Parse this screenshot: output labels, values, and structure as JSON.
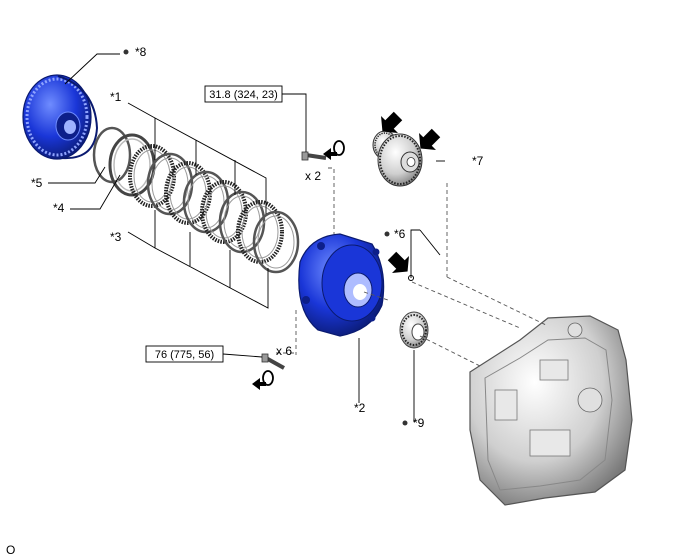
{
  "callouts": {
    "c1": "*1",
    "c2": "*2",
    "c3": "*3",
    "c4": "*4",
    "c5": "*5",
    "c6": "*6",
    "c7": "*7",
    "c8": "*8",
    "c9": "*9"
  },
  "torque": {
    "upper": "31.8 (324, 23)",
    "lower": "76 (775, 56)"
  },
  "quantity": {
    "upper": "x 2",
    "lower": "x 6"
  },
  "corner_code": "O",
  "colors": {
    "part_blue": "#1a36d8",
    "part_blue_dark": "#0d1f8a",
    "case_gray": "#d8d8d8",
    "line": "#000000"
  },
  "icons": [
    "apply-grease-arrow-icon",
    "non-reusable-part-dot-icon",
    "tighten-bolt-icon"
  ]
}
